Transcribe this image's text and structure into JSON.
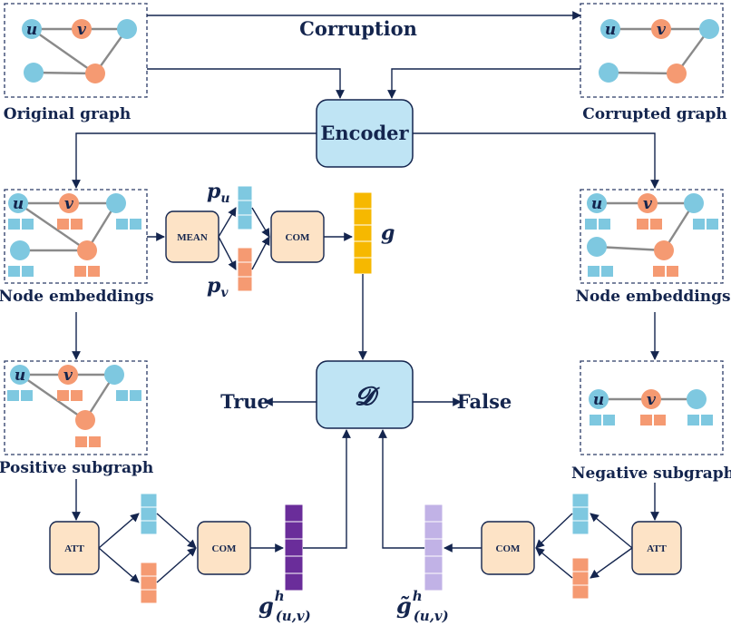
{
  "labels": {
    "corruption": "Corruption",
    "original_graph": "Original graph",
    "corrupted_graph": "Corrupted graph",
    "encoder": "Encoder",
    "node_embeddings_left": "Node embeddings",
    "node_embeddings_right": "Node embeddings",
    "positive_subgraph": "Positive subgraph",
    "negative_subgraph": "Negative subgraph",
    "mean": "MEAN",
    "com_top": "COM",
    "com_left": "COM",
    "com_right": "COM",
    "att_left": "ATT",
    "att_right": "ATT",
    "discriminator": "𝓓",
    "true": "True",
    "false": "False",
    "g": "g",
    "p": "p",
    "sub_u": "u",
    "sub_v": "v",
    "g_h": "g",
    "g_h_tilde": "g̃",
    "sup_h": "h",
    "sub_uv": "(u,v)",
    "node_u": "u",
    "node_v": "v"
  },
  "colors": {
    "blue_node": "#7ec8e0",
    "orange_node": "#f59a72",
    "box_fill": "#fde3c6",
    "encoder_fill": "#bfe4f4",
    "g_vector": "#f6b800",
    "pos_vector": "#6a2d9a",
    "neg_vector": "#c1b2e6",
    "text": "#14254e"
  }
}
